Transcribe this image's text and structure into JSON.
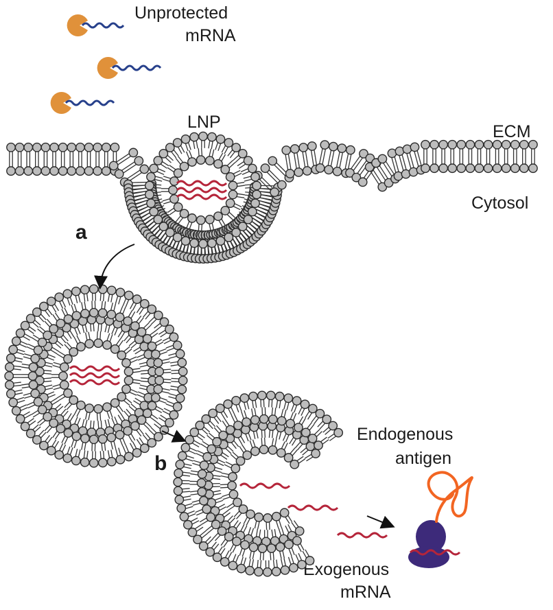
{
  "labels": {
    "unprotected_line1": "Unprotected",
    "unprotected_line2": "mRNA",
    "lnp": "LNP",
    "ecm": "ECM",
    "cytosol": "Cytosol",
    "step_a": "a",
    "step_b": "b",
    "endogenous_line1": "Endogenous",
    "endogenous_line2": "antigen",
    "exogenous_line1": "Exogenous",
    "exogenous_line2": "mRNA"
  },
  "colors": {
    "lipid_head_fill": "#bdbdbd",
    "lipid_head_stroke": "#2a2a2a",
    "mrna_red": "#b5253a",
    "mrna_blue": "#27408b",
    "nuclease": "#e0913a",
    "ribosome": "#3d2a7a",
    "antigen": "#f26522",
    "arrow": "#111111"
  },
  "icons": [
    "nuclease-icon",
    "mrna-strand-icon",
    "ribosome-icon",
    "antigen-coil-icon",
    "arrow-icon"
  ]
}
